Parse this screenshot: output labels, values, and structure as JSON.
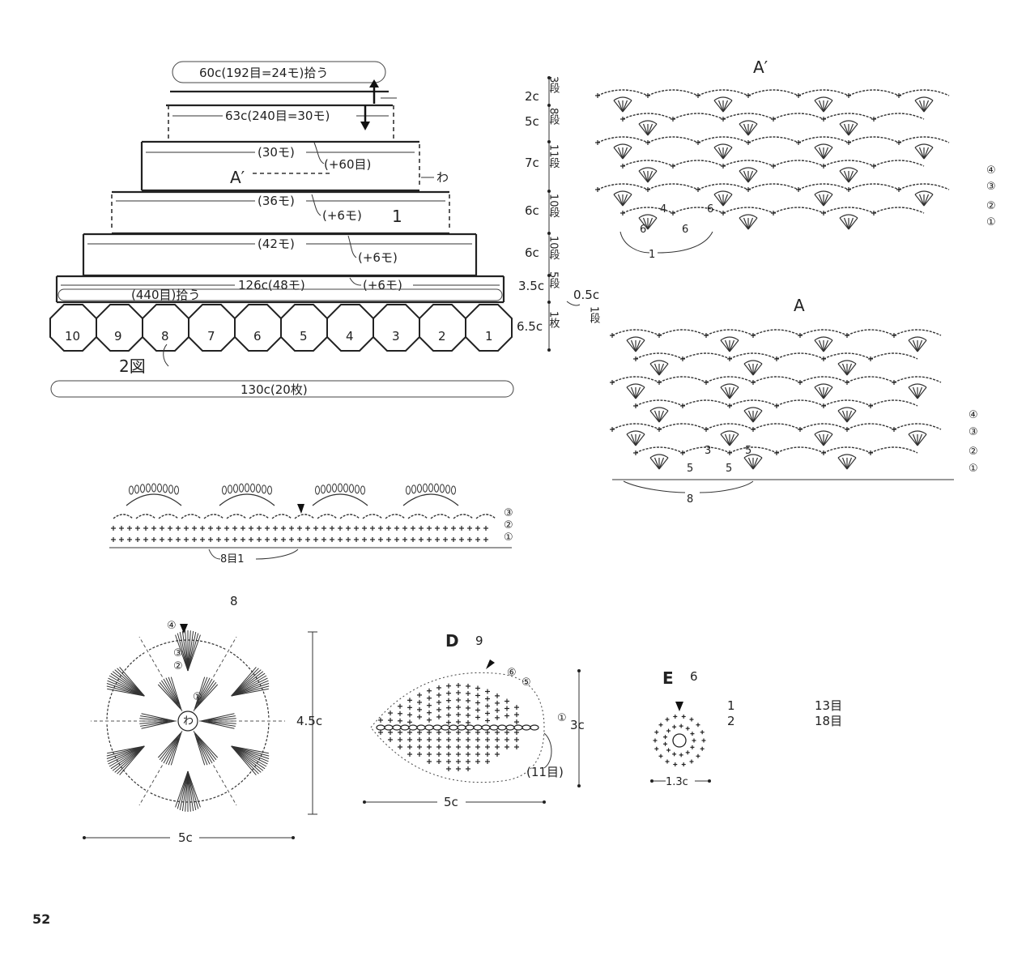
{
  "page_number": "52",
  "figure2": {
    "label": "2図",
    "tiers": [
      {
        "label": "60c(192目=24モ)拾う"
      },
      {
        "label": "63c(240目=30モ)"
      },
      {
        "label": "(30モ)",
        "note": "(+60目)",
        "section": "A′",
        "side": "わ"
      },
      {
        "label": "(36モ)",
        "note": "(+6モ)",
        "section": "1"
      },
      {
        "label": "(42モ)",
        "note": "(+6モ)"
      },
      {
        "label": "126c(48モ)",
        "note": "(+6モ)",
        "pickup": "(440目)拾う"
      }
    ],
    "motif_numbers": [
      "10",
      "9",
      "8",
      "7",
      "6",
      "5",
      "4",
      "3",
      "2",
      "1"
    ],
    "bottom_width": "130c(20枚)",
    "heights": [
      {
        "cm": "2c",
        "rows": "3段"
      },
      {
        "cm": "5c",
        "rows": "8段"
      },
      {
        "cm": "7c",
        "rows": "11段"
      },
      {
        "cm": "6c",
        "rows": "10段"
      },
      {
        "cm": "6c",
        "rows": "10段"
      },
      {
        "cm": "3.5c",
        "rows": "5段"
      },
      {
        "cm": "6.5c",
        "rows": "1枚"
      }
    ],
    "side_note_cm": "0.5c",
    "side_note_rows": "1段"
  },
  "chartA_prime": {
    "title": "A′",
    "labels": [
      "4",
      "6",
      "6",
      "6",
      "1"
    ],
    "rows": [
      "④",
      "③",
      "②",
      "①"
    ]
  },
  "chartA": {
    "title": "A",
    "labels": [
      "3",
      "5",
      "5",
      "5",
      "8"
    ],
    "rows": [
      "④",
      "③",
      "②",
      "①"
    ]
  },
  "edging": {
    "repeat": "8目1",
    "rows": [
      "③",
      "②",
      "①"
    ]
  },
  "motif8": {
    "label": "8",
    "height": "4.5c",
    "width": "5c",
    "rounds": [
      "④",
      "③",
      "②",
      "①"
    ],
    "center": "わ"
  },
  "motifD": {
    "title": "D",
    "label": "9",
    "height": "3c",
    "width": "5c",
    "foundation": "(11目)",
    "rows": [
      "⑥",
      "⑤",
      "①"
    ]
  },
  "motifE": {
    "title": "E",
    "label": "6",
    "width": "1.3c",
    "table": [
      {
        "round": "1",
        "count": "13目"
      },
      {
        "round": "2",
        "count": "18目"
      }
    ]
  }
}
